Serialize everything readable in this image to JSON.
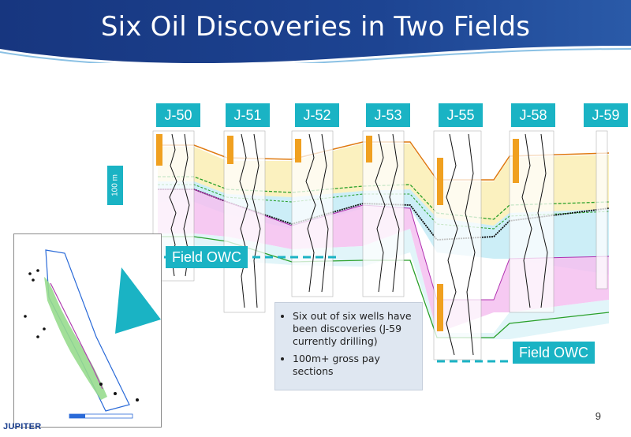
{
  "slide": {
    "title": "Six Oil Discoveries in Two Fields",
    "page_number": "9",
    "logo_text": "JUPITER"
  },
  "wells": [
    {
      "name": "J-50"
    },
    {
      "name": "J-51"
    },
    {
      "name": "J-52"
    },
    {
      "name": "J-53"
    },
    {
      "name": "J-55"
    },
    {
      "name": "J-58"
    },
    {
      "name": "J-59"
    }
  ],
  "labels": {
    "owc_left": "Field OWC",
    "owc_right": "Field OWC",
    "scale_bar": "100 m"
  },
  "callout": {
    "bullets": [
      "Six out of six wells have been discoveries (J-59 currently drilling)",
      "100m+ gross pay sections"
    ]
  },
  "colors": {
    "banner": "#1b3f8f",
    "label_teal": "#1ab3c4",
    "zone_yellow": "#fbf0b8",
    "zone_cyan": "#c7ecf6",
    "zone_pink": "#f4bff0",
    "map_field": "#98dc8e"
  }
}
